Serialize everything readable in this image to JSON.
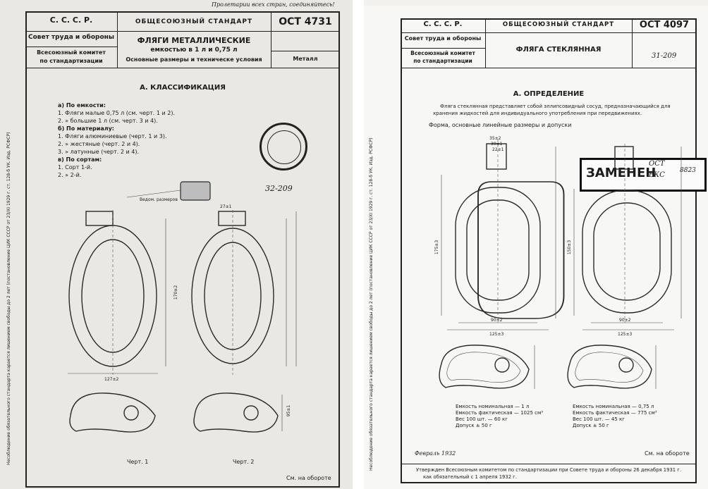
{
  "left": {
    "handwritten_top": "Пролетарии всех стран, соединяйтесь!",
    "header": {
      "ussr": "С. С. С. Р.",
      "council": "Совет труда и обороны",
      "committee_1": "Всесоюзный комитет",
      "committee_2": "по стандартизации",
      "standard": "ОБЩЕСОЮЗНЫЙ СТАНДАРТ",
      "number": "ОСТ 4731",
      "title": "ФЛЯГИ МЕТАЛЛИЧЕСКИЕ",
      "subtitle": "емкостью в 1 л и 0,75 л",
      "subtitle_2": "Основные размеры и техническе условия",
      "category": "Металл"
    },
    "section_title": "А. КЛАССИФИКАЦИЯ",
    "class_lines": [
      "а) По емкости:",
      "1. Фляги малые 0,75 л (см. черт. 1 и 2).",
      "2.      »     большие 1 л (см. черт. 3 и 4).",
      "б) По материалу:",
      "1. Фляги алюминиевые (черт. 1 и 3).",
      "2.      »     жестяные        (черт. 2 и 4).",
      "3.      »     латунные        (черт. 2 и 4).",
      "в) По сортам:",
      "1. Сорт 1-й.",
      "2.      »    2-й."
    ],
    "handwritten_code": "32-209",
    "neck_label": "Ведом. размеров",
    "dims": {
      "d1": "27±1",
      "d2": "127±2",
      "d3": "170±2",
      "d4": "95±1"
    },
    "fig_labels": [
      "Черт. 1",
      "Черт. 2"
    ],
    "footer": "См. на обороте",
    "side_note": "Несоблюдение обязательного стандарта карается лишением свободы до 2 лет (постановление ЦИК СССР от 23/XI 1929 г. ст. 128-б УК. Изд. РСФСР)"
  },
  "right": {
    "header": {
      "ussr": "С. С. С. Р.",
      "council": "Совет труда и обороны",
      "committee_1": "Всесоюзный комитет",
      "committee_2": "по стандартизации",
      "standard": "ОБЩЕСОЮЗНЫЙ СТАНДАРТ",
      "number": "ОСТ 4097",
      "title": "ФЛЯГА СТЕКЛЯННАЯ"
    },
    "handwritten_code": "31-209",
    "section_title": "А. ОПРЕДЕЛЕНИЕ",
    "definition_1": "Фляга стеклянная представляет собой эллипсовидный сосуд, предназначающийся для",
    "definition_2": "хранения жидкостей для индивидуального употребления при передвижениях.",
    "form_title": "Форма, основные линейные размеры и допуски",
    "replaced_word": "ЗАМЕНЕН",
    "replaced_ost": "ОСТ",
    "replaced_vks": "ВКС",
    "replaced_num": "8823",
    "dims": {
      "neck_a": "35±2",
      "neck_b": "30±1",
      "neck_c": "22±1",
      "height_big": "175±3",
      "width_big": "90±2",
      "outer_big": "125±3",
      "height_small": "150±3",
      "width_small": "90±2",
      "outer_small": "125±3"
    },
    "spec_big": [
      "Емкость номинальная — 1 л",
      "Емкость фактическая — 1025 см³",
      "Вес 100 шт. — 60 кг",
      "Допуск ± 50 г"
    ],
    "spec_small": [
      "Емкость номинальная — 0,75 л",
      "Емкость фактическая — 775 см³",
      "Вес 100 шт. — 45 кг",
      "Допуск ± 50 г"
    ],
    "date": "Февраль 1932",
    "footer": "См. на обороте",
    "approved_1": "Утвержден Всесоюзным комитетом по стандартизации при Совете труда и обороны 26 декабря 1931 г.",
    "approved_2": "как обязательный с 1 апреля 1932 г.",
    "side_note": "Несоблюдение обязательного стандарта карается лишением свободы до 2 лет (постановление ЦИК СССР от 23/XI 1929 г. ст. 128-б УК. Изд. РСФСР)"
  }
}
